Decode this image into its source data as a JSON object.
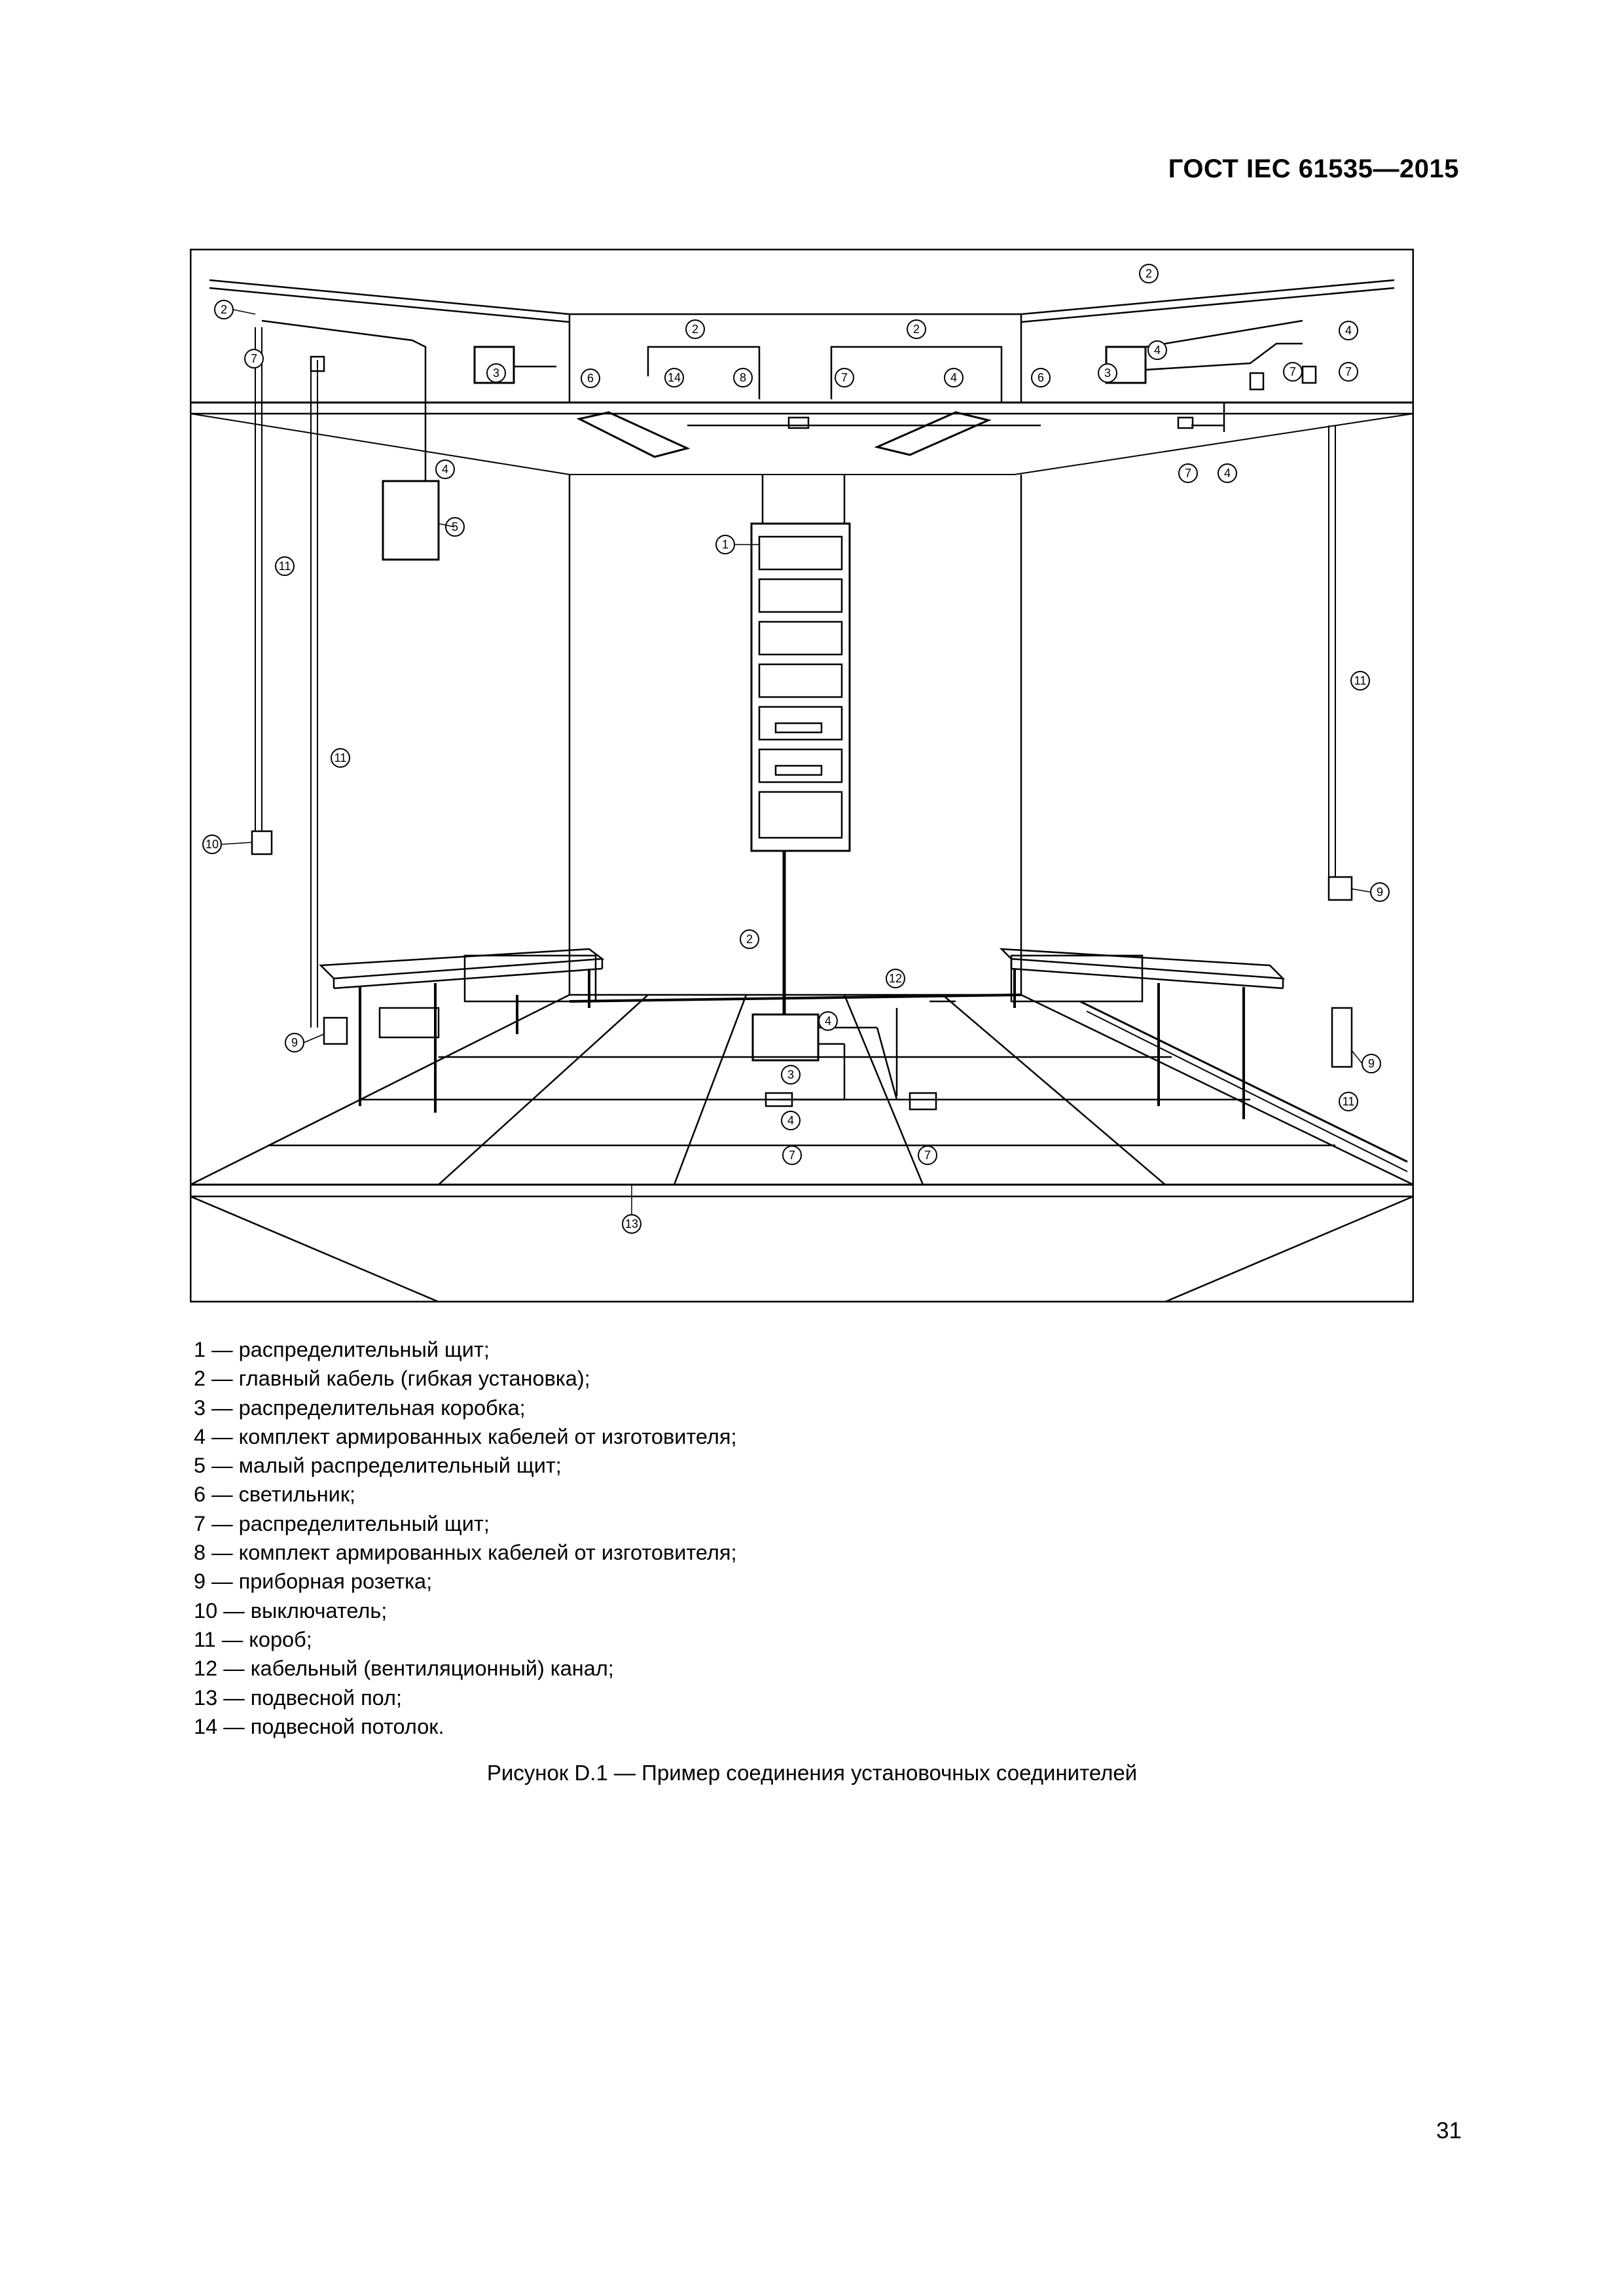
{
  "header": {
    "title": "ГОСТ IEC 61535—2015"
  },
  "figure": {
    "callouts": [
      "1",
      "2",
      "3",
      "4",
      "5",
      "6",
      "7",
      "8",
      "9",
      "10",
      "11",
      "12",
      "13",
      "14"
    ]
  },
  "legend": [
    "1 — распределительный щит;",
    "2 — главный кабель (гибкая установка);",
    "3 — распределительная коробка;",
    "4 — комплект армированных кабелей от изготовителя;",
    "5 — малый распределительный щит;",
    "6 — светильник;",
    "7 — распределительный щит;",
    "8 — комплект армированных кабелей от изготовителя;",
    "9 — приборная розетка;",
    "10 — выключатель;",
    "11 — короб;",
    "12 — кабельный (вентиляционный) канал;",
    "13 — подвесной пол;",
    "14 — подвесной потолок."
  ],
  "caption": "Рисунок D.1 — Пример соединения установочных соединителей",
  "page_number": "31"
}
